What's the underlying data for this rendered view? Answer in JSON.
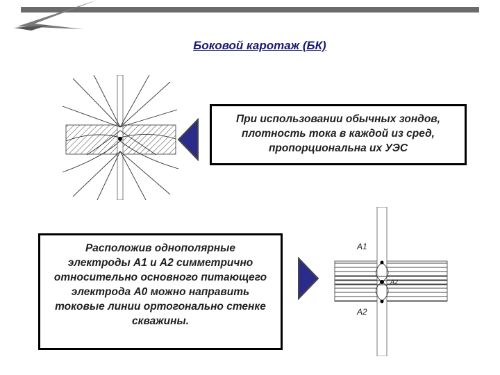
{
  "slide": {
    "title": "Боковой каротаж (БК)",
    "box1": {
      "lines": [
        "При использовании обычных зондов,",
        "плотность тока в каждой из сред,",
        "пропорциональна их УЭС"
      ]
    },
    "box2": {
      "lines": [
        "Расположив однополярные",
        "электроды A1 и A2 симметрично",
        "относительно основного питающего",
        "электрода A0 можно направить",
        "токовые линии ортогонально стенке",
        "скважины."
      ]
    },
    "diagram2": {
      "label_a1": "A1",
      "label_a2_inner": "A2",
      "label_a2": "A2"
    }
  },
  "colors": {
    "arrow_fill": "#2b2b8c",
    "title": "#1a1a6e"
  }
}
